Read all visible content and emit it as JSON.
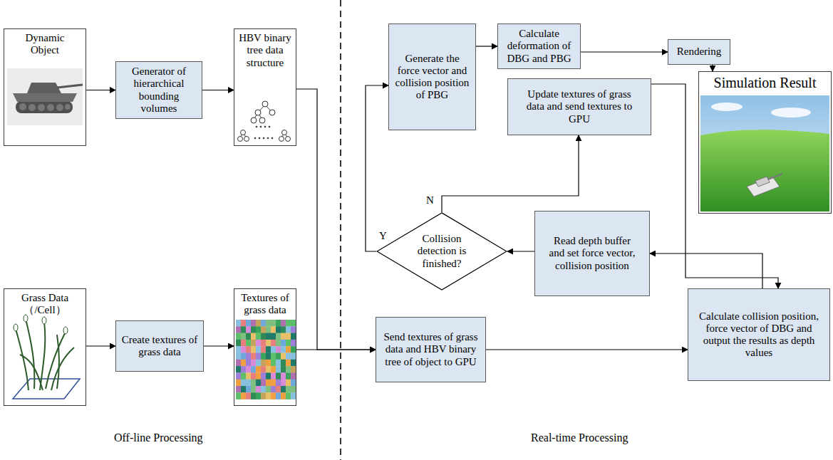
{
  "diagram": {
    "nodes": [
      {
        "text": [
          "Dynamic Object"
        ]
      },
      {
        "text": [
          "Generator of hierarchical bounding volumes"
        ]
      },
      {
        "text": [
          "HBV binary tree data structure"
        ]
      },
      {
        "text": [
          "Grass Data （/Cell）"
        ]
      },
      {
        "text": [
          "Create textures of grass data"
        ]
      },
      {
        "text": [
          "Textures of grass data"
        ]
      },
      {
        "text": [
          "Generate the force vector and collision position of PBG"
        ]
      },
      {
        "text": [
          "Calculate deformation of DBG and PBG"
        ]
      },
      {
        "text": [
          "Rendering"
        ]
      },
      {
        "text": [
          "Simulation Result"
        ]
      },
      {
        "text": [
          "Update textures of grass data and send textures to GPU"
        ]
      },
      {
        "text": [
          "Collision detection is finished?"
        ]
      },
      {
        "text": [
          "Read depth buffer and set force vector, collision position"
        ]
      },
      {
        "text": [
          "Send textures of grass data and HBV binary tree of object to GPU"
        ]
      },
      {
        "text": [
          "Calculate collision position, force vector of DBG and output the results as depth values"
        ]
      }
    ],
    "edges": [
      {
        "from": 0,
        "to": 1,
        "arrow": "to"
      },
      {
        "from": 1,
        "to": 2,
        "arrow": "to"
      },
      {
        "from": 3,
        "to": 4,
        "arrow": "to"
      },
      {
        "from": 4,
        "to": 5,
        "arrow": "to"
      },
      {
        "from": 2,
        "to": 13,
        "arrow": "to"
      },
      {
        "from": 5,
        "to": 13,
        "arrow": "to"
      },
      {
        "from": 13,
        "to": 14,
        "arrow": "to"
      },
      {
        "from": 14,
        "to": 12,
        "arrow": "to"
      },
      {
        "from": 12,
        "to": 11,
        "arrow": "to"
      },
      {
        "from": 11,
        "to": 10,
        "label": "N",
        "arrow": "to"
      },
      {
        "from": 11,
        "to": 6,
        "label": "Y",
        "arrow": "to"
      },
      {
        "from": 10,
        "to": 14,
        "arrow": "to"
      },
      {
        "from": 6,
        "to": 7,
        "arrow": "to"
      },
      {
        "from": 7,
        "to": 8,
        "arrow": "to"
      },
      {
        "from": 8,
        "to": 9,
        "arrow": "to"
      }
    ],
    "labels": [
      "Off-line Processing",
      "Real-time Processing"
    ]
  }
}
